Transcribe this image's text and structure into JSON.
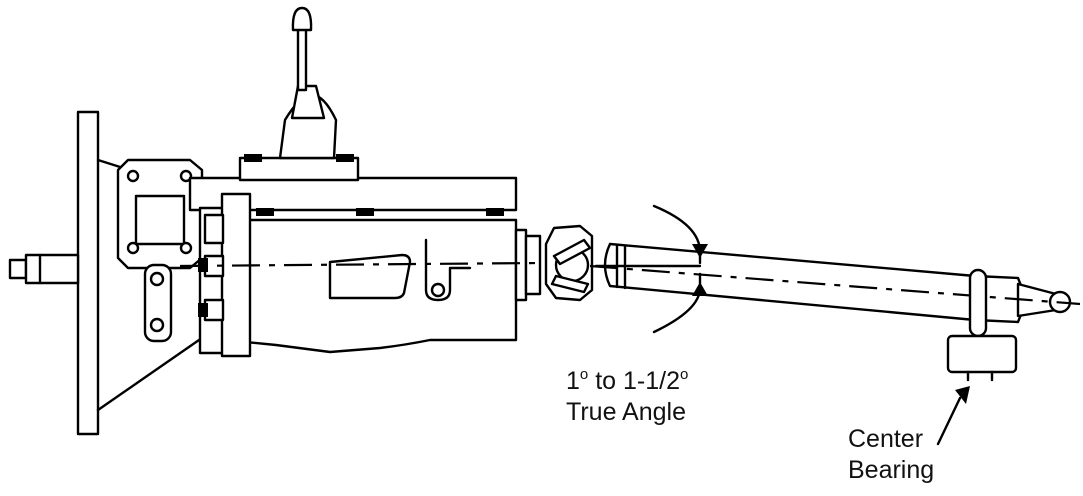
{
  "labels": {
    "true_angle": {
      "line1_a": "1",
      "line1_deg1": "o",
      "line1_b": " to 1-1/2",
      "line1_deg2": "o",
      "line2": "True Angle"
    },
    "center_bearing": {
      "line1": "Center",
      "line2": "Bearing"
    }
  }
}
